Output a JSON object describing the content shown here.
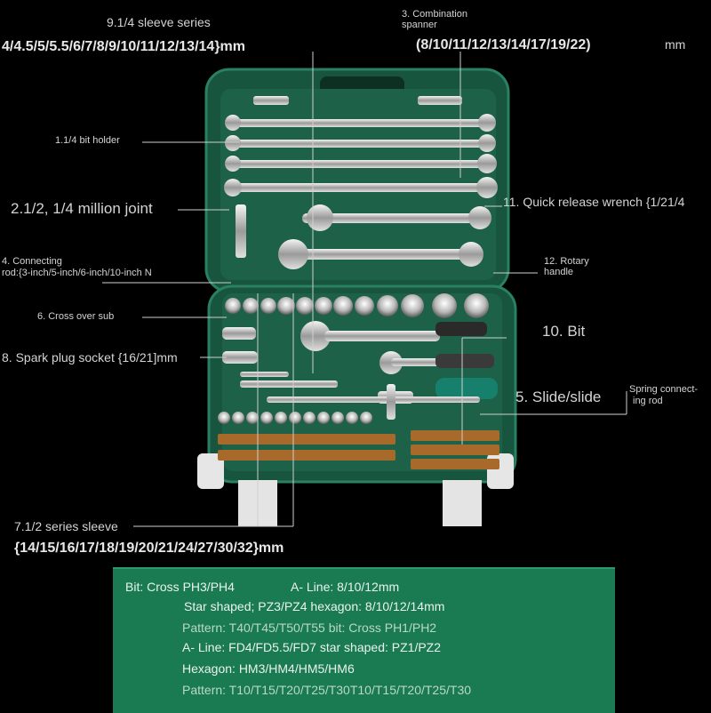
{
  "labels": {
    "sleeve14_title": "9.1/4 sleeve series",
    "sleeve14_sizes": "4/4.5/5/5.5/6/7/8/9/10/11/12/13/14}mm",
    "combo_title_1": "3. Combination",
    "combo_title_2": "spanner",
    "combo_sizes": "(8/10/11/12/13/14/17/19/22)",
    "combo_unit": "mm",
    "bit_holder": "1.1/4 bit holder",
    "million_joint": "2.1/2, 1/4 million joint",
    "quick_release": "11. Quick release wrench {1/21/4",
    "connecting_rod_1": "4. Connecting",
    "connecting_rod_2": "rod:{3-inch/5-inch/6-inch/10-inch N",
    "rotary_handle_1": "12. Rotary",
    "rotary_handle_2": "handle",
    "cross_over_sub": "6. Cross over sub",
    "bit": "10. Bit",
    "spark_plug": "8. Spark plug socket {16/21]mm",
    "slide": "5. Slide/slide",
    "spring_rod_1": "Spring connect-",
    "spring_rod_2": "ing rod",
    "sleeve12_title": "7.1/2 series sleeve",
    "sleeve12_sizes": "{14/15/16/17/18/19/20/21/24/27/30/32}mm"
  },
  "info": {
    "line1a": "Bit: Cross PH3/PH4",
    "line1b": "A- Line: 8/10/12mm",
    "line2": "Star shaped; PZ3/PZ4 hexagon: 8/10/12/14mm",
    "line3": "Pattern: T40/T45/T50/T55 bit: Cross PH1/PH2",
    "line4": "A- Line: FD4/FD5.5/FD7 star shaped: PZ1/PZ2",
    "line5": "Hexagon: HM3/HM4/HM5/HM6",
    "line6": "Pattern: T10/T15/T20/T25/T30T10/T15/T20/T25/T30"
  },
  "colors": {
    "case_green": "#1f6b52",
    "info_green": "#1a7a52",
    "handle_white": "#d8d8d8"
  }
}
